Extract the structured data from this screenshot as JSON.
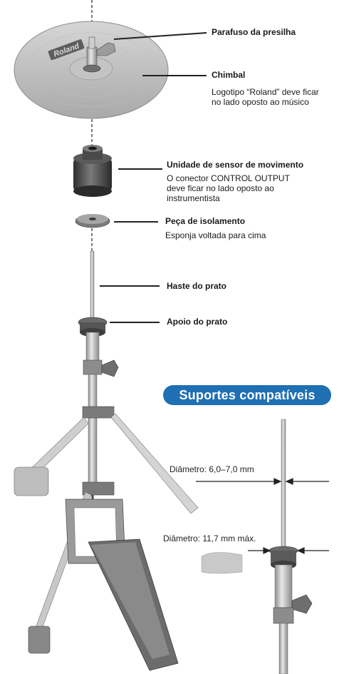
{
  "labels": {
    "wing_screw": "Parafuso da presilha",
    "cymbal": "Chimbal",
    "cymbal_note": "Logotipo “Roland” deve ficar\nno lado oposto ao músico",
    "sensor": "Unidade de sensor de movimento",
    "sensor_note": "O conector CONTROL OUTPUT\ndeve ficar no lado oposto ao\ninstrumentista",
    "isolator": "Peça de isolamento",
    "isolator_note": "Esponja voltada para cima",
    "rod": "Haste do prato",
    "seat": "Apoio do prato"
  },
  "logo": "Roland",
  "compatible": {
    "title": "Suportes compatíveis",
    "rod_diameter": "Diâmetro: 6,0–7,0 mm",
    "seat_diameter": "Diâmetro: 11,7 mm máx."
  },
  "colors": {
    "badge": "#1f6fb3",
    "metal": "#b9b9b9",
    "dark": "#3a3a3a"
  }
}
